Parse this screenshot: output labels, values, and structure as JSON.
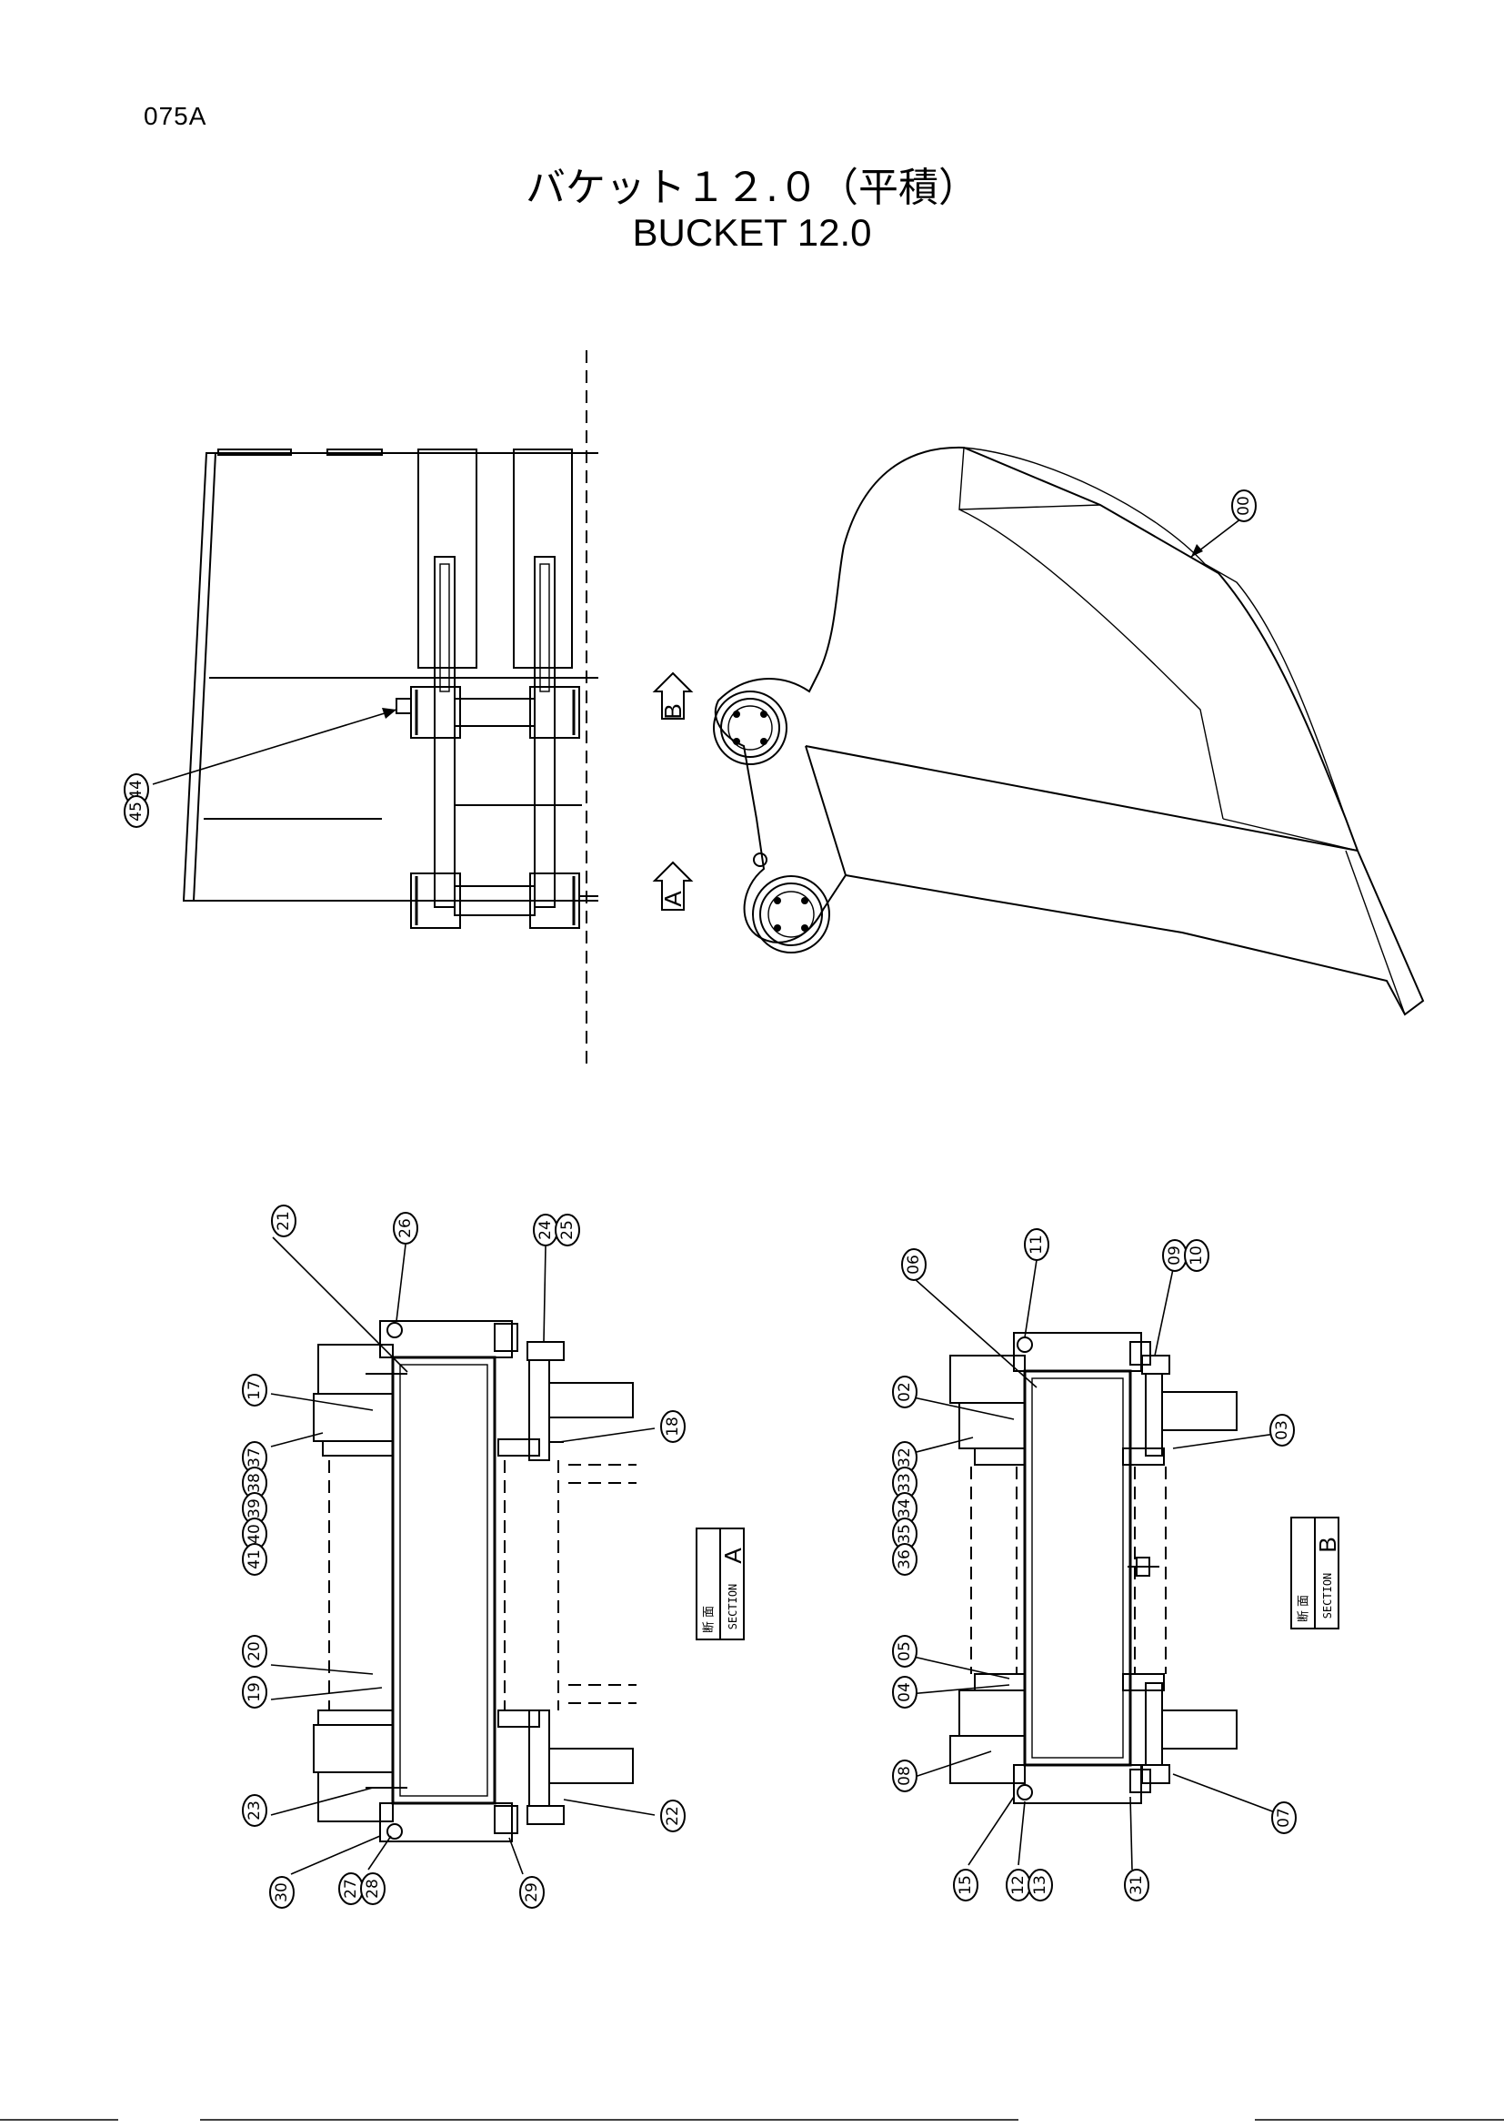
{
  "header": {
    "page_code": "075A",
    "title_jp": "バケット１２.０（平積）",
    "title_en": "BUCKET 12.0"
  },
  "view_arrows": [
    "B",
    "A"
  ],
  "sections": [
    {
      "letter": "A",
      "label_jp": "断 面",
      "label_en": "SECTION"
    },
    {
      "letter": "B",
      "label_jp": "断 面",
      "label_en": "SECTION"
    }
  ],
  "callouts": {
    "top": [
      "00",
      "44",
      "45"
    ],
    "section_a": [
      "21",
      "26",
      "24",
      "25",
      "17",
      "18",
      "37",
      "38",
      "39",
      "40",
      "41",
      "20",
      "19",
      "23",
      "22",
      "30",
      "27",
      "28",
      "29"
    ],
    "section_b": [
      "06",
      "11",
      "09",
      "10",
      "02",
      "03",
      "32",
      "33",
      "34",
      "35",
      "36",
      "05",
      "04",
      "08",
      "07",
      "15",
      "12",
      "13",
      "31"
    ]
  }
}
